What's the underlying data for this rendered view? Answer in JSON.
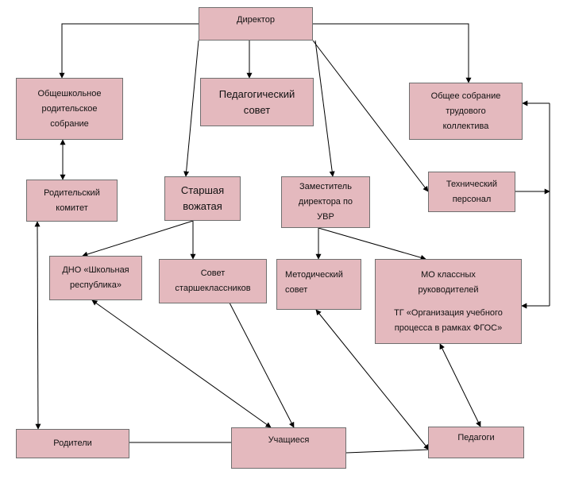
{
  "nodes": {
    "director": [
      "Директор"
    ],
    "parent_meeting": [
      "Общешкольное",
      "родительское",
      "собрание"
    ],
    "ped_council": [
      "Педагогический",
      "совет"
    ],
    "labor_meeting": [
      "Общее собрание",
      "трудового",
      "коллектива"
    ],
    "parent_committee": [
      "Родительский",
      "комитет"
    ],
    "senior_counselor": [
      "Старшая",
      "вожатая"
    ],
    "deputy": [
      "Заместитель",
      "директора по",
      "УВР"
    ],
    "tech_staff": [
      "Технический",
      "персонал"
    ],
    "dno": [
      "ДНО «Школьная",
      "республика»"
    ],
    "senior_council": [
      "Совет",
      "старшеклассников"
    ],
    "method_council": [
      "Методический",
      "совет"
    ],
    "mo_teachers": [
      "МО классных",
      "руководителей",
      "ТГ «Организация учебного",
      "процесса в рамках ФГОС»"
    ],
    "parents": [
      "Родители"
    ],
    "students": [
      "Учащиеся"
    ],
    "teachers": [
      "Педагоги"
    ]
  }
}
